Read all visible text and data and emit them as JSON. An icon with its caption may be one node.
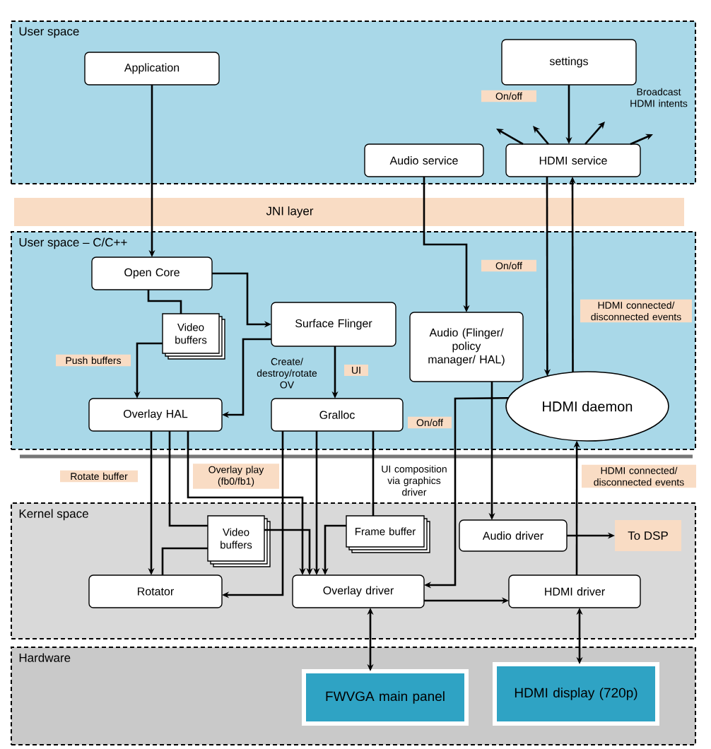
{
  "diagram": {
    "nodes": [
      {
        "text": [
          "User space"
        ]
      },
      {
        "text": [
          "Application"
        ],
        "in": 0
      },
      {
        "text": [
          "settings"
        ],
        "in": 0
      },
      {
        "text": [
          "Audio service"
        ],
        "in": 0
      },
      {
        "text": [
          "HDMI service"
        ],
        "in": 0
      },
      {
        "text": [
          "JNI layer"
        ]
      },
      {
        "text": [
          "User space – C/C++"
        ]
      },
      {
        "text": [
          "Open Core"
        ],
        "in": 6
      },
      {
        "text": [
          "Surface Flinger"
        ],
        "in": 6
      },
      {
        "text": [
          "Video buffers"
        ],
        "in": 6
      },
      {
        "text": [
          "Audio (Flinger/ policy manager/ HAL)"
        ],
        "in": 6
      },
      {
        "text": [
          "HDMI daemon"
        ],
        "in": 6
      },
      {
        "text": [
          "Overlay HAL"
        ],
        "in": 6
      },
      {
        "text": [
          "Gralloc"
        ],
        "in": 6
      },
      {
        "text": [
          "Kernel space"
        ]
      },
      {
        "text": [
          "Video buffers"
        ],
        "in": 14
      },
      {
        "text": [
          "Frame buffer"
        ],
        "in": 14
      },
      {
        "text": [
          "Audio driver"
        ],
        "in": 14
      },
      {
        "text": [
          "Rotator"
        ],
        "in": 14
      },
      {
        "text": [
          "Overlay driver"
        ],
        "in": 14
      },
      {
        "text": [
          "HDMI driver"
        ],
        "in": 14
      },
      {
        "text": [
          "Hardware"
        ]
      },
      {
        "text": [
          "FWVGA main panel"
        ],
        "in": 21
      },
      {
        "text": [
          "HDMI display (720p)"
        ],
        "in": 21
      },
      {
        "text": [
          "To DSP"
        ],
        "in": 14
      }
    ],
    "edges": [
      {
        "from": 1,
        "to": 7,
        "arrow": "to"
      },
      {
        "from": 2,
        "to": 4,
        "arrow": "to"
      },
      {
        "from": 4,
        "to": null,
        "arrow": "to"
      },
      {
        "from": 4,
        "to": null,
        "arrow": "to"
      },
      {
        "from": 4,
        "to": null,
        "arrow": "to"
      },
      {
        "from": 4,
        "to": null,
        "arrow": "to"
      },
      {
        "from": 3,
        "to": 10,
        "arrow": "to"
      },
      {
        "from": 4,
        "to": 11,
        "arrow": "to"
      },
      {
        "from": 11,
        "to": 4,
        "arrow": "to"
      },
      {
        "from": 7,
        "to": 8,
        "arrow": "to"
      },
      {
        "from": 7,
        "to": 9,
        "arrow": "none"
      },
      {
        "from": 9,
        "to": 12,
        "arrow": "to"
      },
      {
        "from": 8,
        "to": 12,
        "arrow": "to",
        "label": "Create/ destroy/rotate OV"
      },
      {
        "from": 8,
        "to": 13,
        "arrow": "to"
      },
      {
        "from": 12,
        "to": 18,
        "arrow": "to"
      },
      {
        "from": 12,
        "to": 15,
        "arrow": "none"
      },
      {
        "from": 12,
        "to": 19,
        "arrow": "to"
      },
      {
        "from": 15,
        "to": 19,
        "arrow": "to"
      },
      {
        "from": 15,
        "to": 18,
        "arrow": "none"
      },
      {
        "from": 13,
        "to": 18,
        "arrow": "to"
      },
      {
        "from": 13,
        "to": 19,
        "arrow": "to"
      },
      {
        "from": 13,
        "to": 16,
        "arrow": "none",
        "label": "UI composition via graphics driver"
      },
      {
        "from": 16,
        "to": 19,
        "arrow": "to"
      },
      {
        "from": 11,
        "to": 19,
        "arrow": "to"
      },
      {
        "from": 10,
        "to": 17,
        "arrow": "to"
      },
      {
        "from": 20,
        "to": 11,
        "arrow": "to"
      },
      {
        "from": 17,
        "to": 24,
        "arrow": "to"
      },
      {
        "from": 19,
        "to": 20,
        "arrow": "to"
      },
      {
        "from": 19,
        "to": 22,
        "arrow": "both"
      },
      {
        "from": 20,
        "to": 23,
        "arrow": "both"
      }
    ],
    "labels": [
      "On/off",
      "Broadcast HDMI intents",
      "On/off",
      "HDMI connected/ disconnected events",
      "Push buffers",
      "UI",
      "On/off",
      "Rotate buffer",
      "Overlay play (fb0/fb1)",
      "HDMI connected/ disconnected events"
    ]
  }
}
